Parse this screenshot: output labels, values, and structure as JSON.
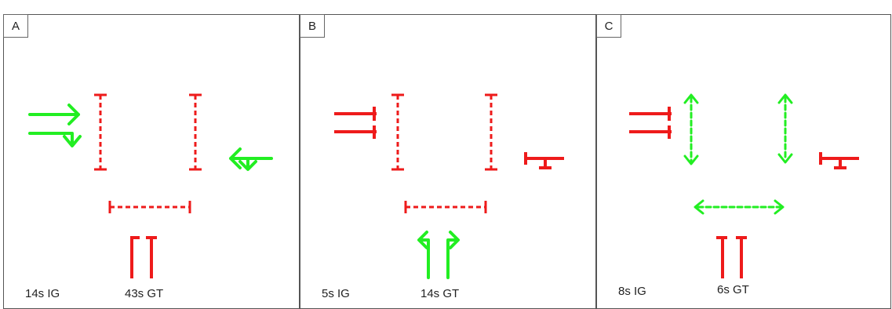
{
  "colors": {
    "green": "#22ee22",
    "red": "#ee1b1b",
    "border": "#555555"
  },
  "panels": [
    {
      "label": "A",
      "ig": "14s IG",
      "gt": "43s GT",
      "west_through": "green-arrows",
      "east_through": "green-arrow",
      "north_crossing": "red",
      "south_approach": "red-stops",
      "crossings": "red-dashed"
    },
    {
      "label": "B",
      "ig": "5s IG",
      "gt": "14s GT",
      "west_through": "red-stops",
      "east_through": "red-stop",
      "south_approach": "green-turn-arrows",
      "crossings": "red-dashed"
    },
    {
      "label": "C",
      "ig": "8s IG",
      "gt": "6s GT",
      "west_through": "red-stops",
      "east_through": "red-stop",
      "south_approach": "red-stops",
      "crossings": "green-dashed-arrows"
    }
  ]
}
